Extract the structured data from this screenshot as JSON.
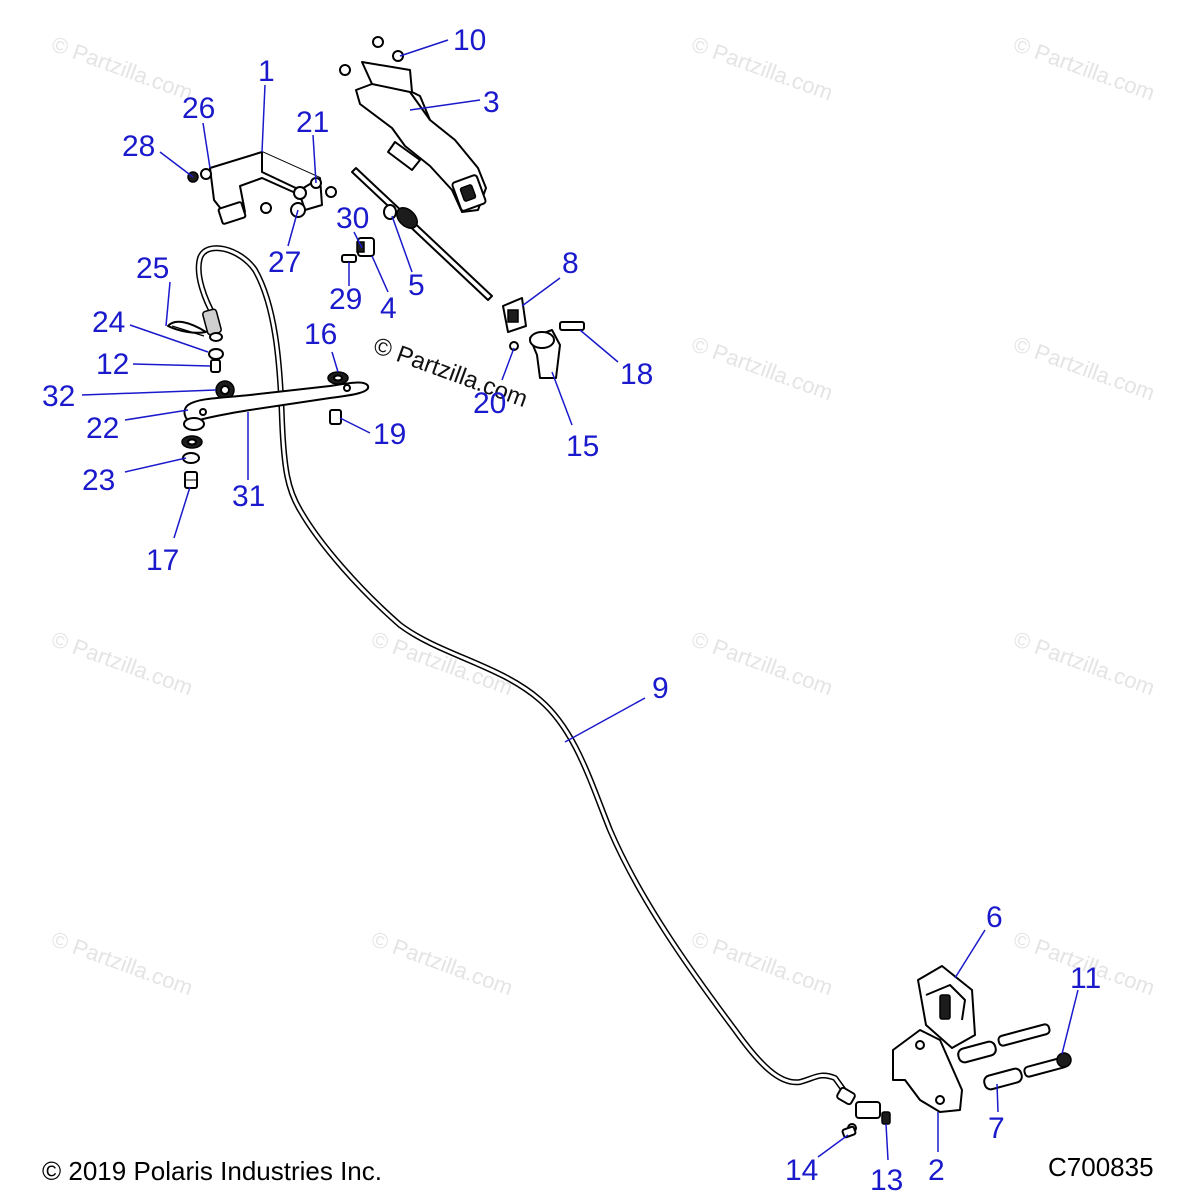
{
  "watermark": {
    "text": "© Partzilla.com"
  },
  "footer": {
    "copyright": "© 2019 Polaris Industries Inc.",
    "diagram_code": "C700835"
  },
  "callouts": {
    "c1": "1",
    "c2": "2",
    "c3": "3",
    "c4": "4",
    "c5": "5",
    "c6": "6",
    "c7": "7",
    "c8": "8",
    "c9": "9",
    "c10": "10",
    "c11": "11",
    "c12": "12",
    "c13": "13",
    "c14": "14",
    "c15": "15",
    "c16": "16",
    "c17": "17",
    "c18": "18",
    "c19": "19",
    "c20": "20",
    "c21": "21",
    "c22": "22",
    "c23": "23",
    "c24": "24",
    "c25": "25",
    "c26": "26",
    "c27": "27",
    "c28": "28",
    "c29": "29",
    "c30": "30",
    "c31": "31",
    "c32": "32"
  },
  "colors": {
    "callout": "#1a1acc",
    "line_art": "#000000",
    "watermark": "#e4e4e4"
  }
}
